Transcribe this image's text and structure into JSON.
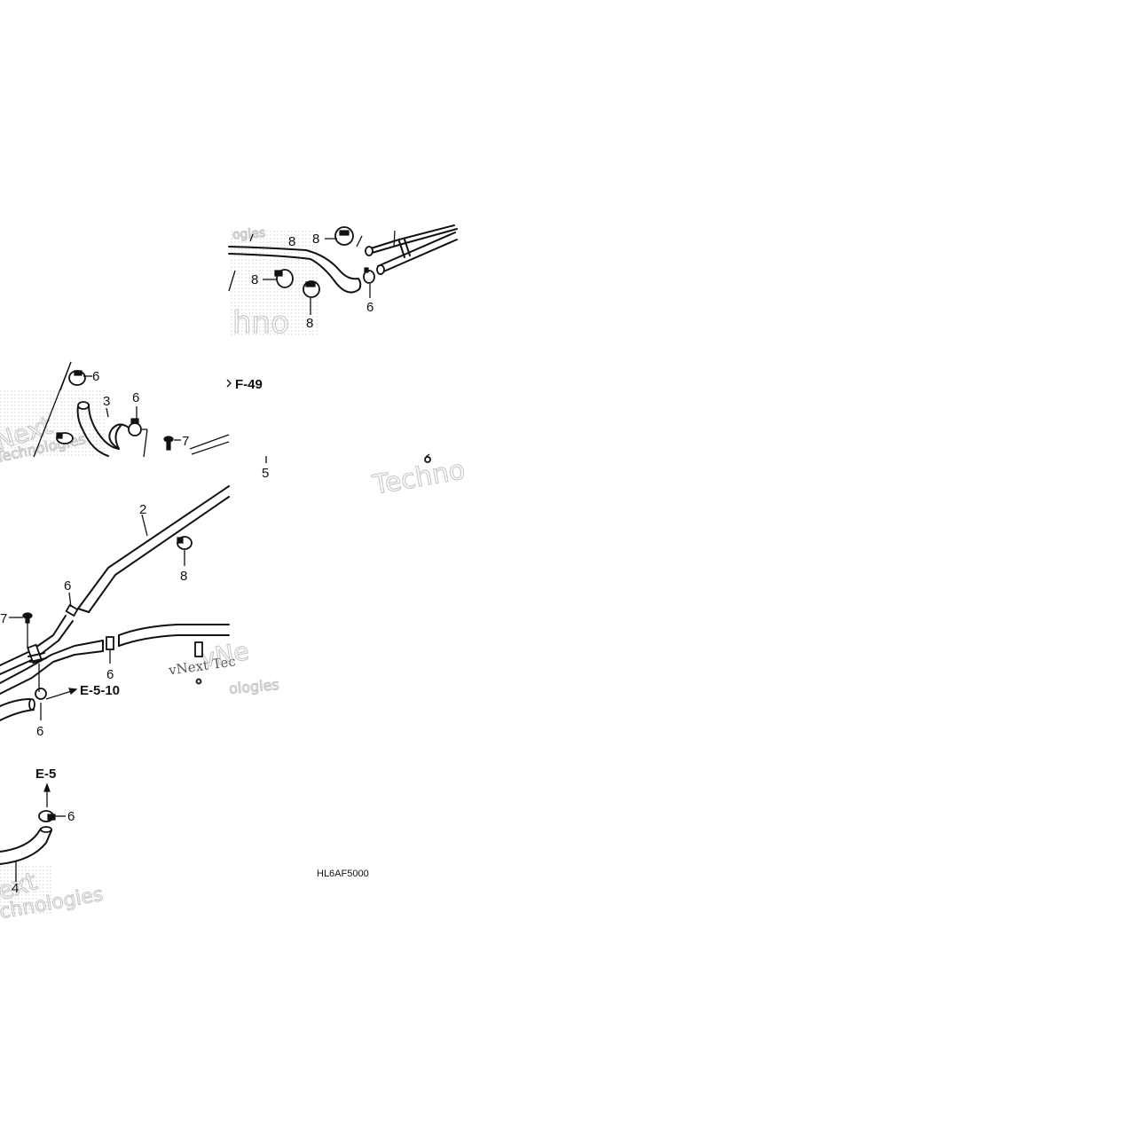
{
  "diagram": {
    "part_code": "HL6AF5000",
    "callouts": {
      "c_top8a": "8",
      "c_top8b": "8",
      "c_top8c": "8",
      "c_top8d": "8",
      "c_top6": "6",
      "c_mid6a": "6",
      "c_mid3": "3",
      "c_mid6b": "6",
      "c_mid7": "7",
      "c_5": "5",
      "c_2": "2",
      "c_8": "8",
      "c_6a": "6",
      "c_7": "7",
      "c_6b": "6",
      "c_6c": "6",
      "c_6d": "6",
      "c_4": "4"
    },
    "references": {
      "f49": "F-49",
      "e510": "E-5-10",
      "e5": "E-5"
    },
    "watermarks": {
      "w1": "Next",
      "w2": "Technologies",
      "w3": "Techno",
      "w4": "vNext Tec",
      "w5": "ologies",
      "w6": "vNe",
      "w7": "ext",
      "w8": "chnologies",
      "w9": "ogies",
      "w10": "hno"
    },
    "colors": {
      "line": "#111111",
      "background": "#ffffff",
      "watermark": "#c8c8c8"
    }
  }
}
